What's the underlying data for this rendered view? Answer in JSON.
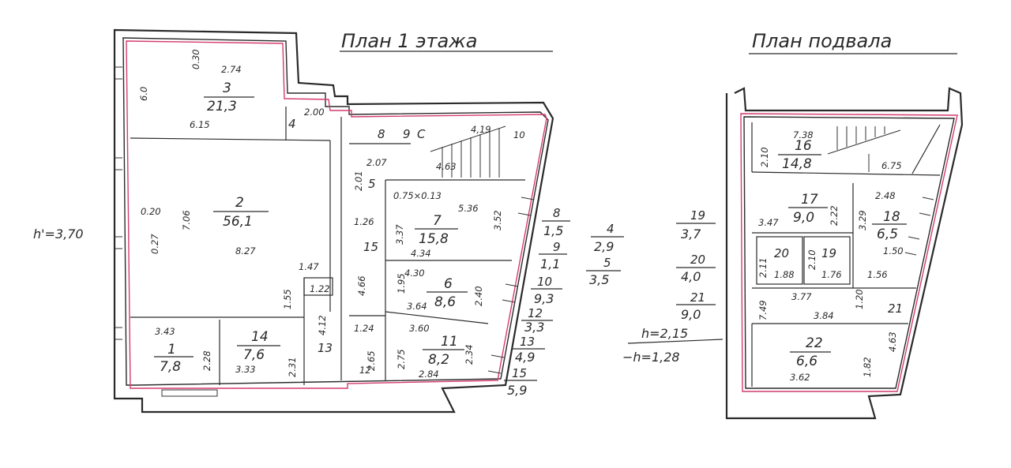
{
  "titles": {
    "first_floor": "План 1 этажа",
    "basement": "План подвала"
  },
  "first_floor": {
    "height": "h'=3,70",
    "rooms": [
      {
        "id": "r3",
        "number": "3",
        "area": "21,3"
      },
      {
        "id": "r2",
        "number": "2",
        "area": "56,1"
      },
      {
        "id": "r1",
        "number": "1",
        "area": "7,8"
      },
      {
        "id": "r14",
        "number": "14",
        "area": "7,6"
      },
      {
        "id": "r7",
        "number": "7",
        "area": "15,8"
      },
      {
        "id": "r6",
        "number": "6",
        "area": "8,6"
      },
      {
        "id": "r11",
        "number": "11",
        "area": "8,2"
      }
    ],
    "labels": [
      {
        "id": "l4",
        "text": "4"
      },
      {
        "id": "l8",
        "text": "8"
      },
      {
        "id": "l9",
        "text": "9"
      },
      {
        "id": "lC",
        "text": "С"
      },
      {
        "id": "l10",
        "text": "10"
      },
      {
        "id": "l4b",
        "text": "4,19"
      },
      {
        "id": "l463",
        "text": "4.63"
      },
      {
        "id": "l5",
        "text": "5"
      },
      {
        "id": "l15",
        "text": "15"
      },
      {
        "id": "l13",
        "text": "13"
      },
      {
        "id": "l12",
        "text": "12"
      }
    ],
    "dimensions": [
      {
        "id": "d274",
        "text": "2.74"
      },
      {
        "id": "d030",
        "text": "0.30"
      },
      {
        "id": "d60",
        "text": "6.0"
      },
      {
        "id": "d615",
        "text": "6.15"
      },
      {
        "id": "d200",
        "text": "2.00"
      },
      {
        "id": "d706",
        "text": "7.06"
      },
      {
        "id": "d020",
        "text": "0.20"
      },
      {
        "id": "d027",
        "text": "0.27"
      },
      {
        "id": "d827",
        "text": "8.27"
      },
      {
        "id": "d147",
        "text": "1.47"
      },
      {
        "id": "d155",
        "text": "1.55"
      },
      {
        "id": "d122",
        "text": "1.22"
      },
      {
        "id": "d412",
        "text": "4.12"
      },
      {
        "id": "d343",
        "text": "3.43"
      },
      {
        "id": "d228",
        "text": "2.28"
      },
      {
        "id": "d333",
        "text": "3.33"
      },
      {
        "id": "d231",
        "text": "2.31"
      },
      {
        "id": "d207",
        "text": "2.07"
      },
      {
        "id": "d201",
        "text": "2.01"
      },
      {
        "id": "d075",
        "text": "0.75×0.13"
      },
      {
        "id": "d536",
        "text": "5.36"
      },
      {
        "id": "d126",
        "text": "1.26"
      },
      {
        "id": "d337",
        "text": "3.37"
      },
      {
        "id": "d434",
        "text": "4.34"
      },
      {
        "id": "d352",
        "text": "3.52"
      },
      {
        "id": "d466",
        "text": "4.66"
      },
      {
        "id": "d430",
        "text": "4.30"
      },
      {
        "id": "d195",
        "text": "1.95"
      },
      {
        "id": "d364",
        "text": "3.64"
      },
      {
        "id": "d240",
        "text": "2.40"
      },
      {
        "id": "d124",
        "text": "1.24"
      },
      {
        "id": "d360",
        "text": "3.60"
      },
      {
        "id": "d265",
        "text": "2.65"
      },
      {
        "id": "d275",
        "text": "2.75"
      },
      {
        "id": "d234",
        "text": "2.34"
      },
      {
        "id": "d284",
        "text": "2.84"
      }
    ]
  },
  "legend_first": [
    {
      "id": "f8",
      "number": "8",
      "area": "1,5"
    },
    {
      "id": "f9",
      "number": "9",
      "area": "1,1"
    },
    {
      "id": "f10",
      "number": "10",
      "area": "9,3"
    },
    {
      "id": "f12",
      "number": "12",
      "area": "3,3"
    },
    {
      "id": "f13",
      "number": "13",
      "area": "4,9"
    },
    {
      "id": "f15",
      "number": "15",
      "area": "5,9"
    },
    {
      "id": "f4",
      "number": "4",
      "area": "2,9"
    },
    {
      "id": "f5",
      "number": "5",
      "area": "3,5"
    }
  ],
  "legend_basement": [
    {
      "id": "b19",
      "number": "19",
      "area": "3,7"
    },
    {
      "id": "b20",
      "number": "20",
      "area": "4,0"
    },
    {
      "id": "b21",
      "number": "21",
      "area": "9,0"
    }
  ],
  "basement_heights": {
    "h": "h=2,15",
    "minus_h": "−h=1,28"
  },
  "basement": {
    "rooms": [
      {
        "id": "r16",
        "number": "16",
        "area": "14,8"
      },
      {
        "id": "r17",
        "number": "17",
        "area": "9,0"
      },
      {
        "id": "r18",
        "number": "18",
        "area": "6,5"
      },
      {
        "id": "r22",
        "number": "22",
        "area": "6,6"
      }
    ],
    "labels": [
      {
        "id": "l20",
        "text": "20"
      },
      {
        "id": "l19",
        "text": "19"
      },
      {
        "id": "l21",
        "text": "21"
      }
    ],
    "dimensions": [
      {
        "id": "d738",
        "text": "7.38"
      },
      {
        "id": "d210",
        "text": "2.10"
      },
      {
        "id": "d675",
        "text": "6.75"
      },
      {
        "id": "d347",
        "text": "3.47"
      },
      {
        "id": "d222",
        "text": "2.22"
      },
      {
        "id": "d248",
        "text": "2.48"
      },
      {
        "id": "d329",
        "text": "3.29"
      },
      {
        "id": "d150",
        "text": "1.50"
      },
      {
        "id": "d211",
        "text": "2.11"
      },
      {
        "id": "d188",
        "text": "1.88"
      },
      {
        "id": "d210b",
        "text": "2.10"
      },
      {
        "id": "d176",
        "text": "1.76"
      },
      {
        "id": "d156",
        "text": "1.56"
      },
      {
        "id": "d749",
        "text": "7.49"
      },
      {
        "id": "d377",
        "text": "3.77"
      },
      {
        "id": "d120",
        "text": "1.20"
      },
      {
        "id": "d384",
        "text": "3.84"
      },
      {
        "id": "d362",
        "text": "3.62"
      },
      {
        "id": "d182",
        "text": "1.82"
      },
      {
        "id": "d463b",
        "text": "4.63"
      }
    ]
  }
}
